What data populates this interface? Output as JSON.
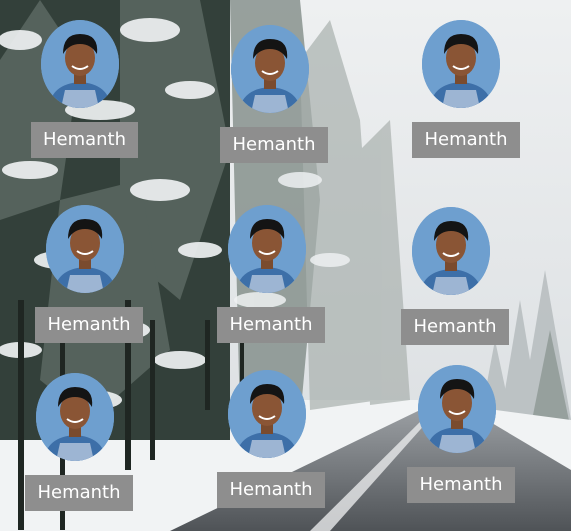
{
  "background": {
    "description_icon": "snowy-forest-road-photo",
    "sky_color": "#e6e8ea",
    "tree_color": "#2f3a34",
    "snow_color": "#f2f4f5",
    "road_color": "#5a5e62"
  },
  "profiles": [
    {
      "name": "Hemanth"
    },
    {
      "name": "Hemanth"
    },
    {
      "name": "Hemanth"
    },
    {
      "name": "Hemanth"
    },
    {
      "name": "Hemanth"
    },
    {
      "name": "Hemanth"
    },
    {
      "name": "Hemanth"
    },
    {
      "name": "Hemanth"
    },
    {
      "name": "Hemanth"
    }
  ],
  "colors": {
    "label_bg": "#8e8e8e",
    "label_text": "#ffffff",
    "avatar_bg": "#6e9fcf"
  }
}
